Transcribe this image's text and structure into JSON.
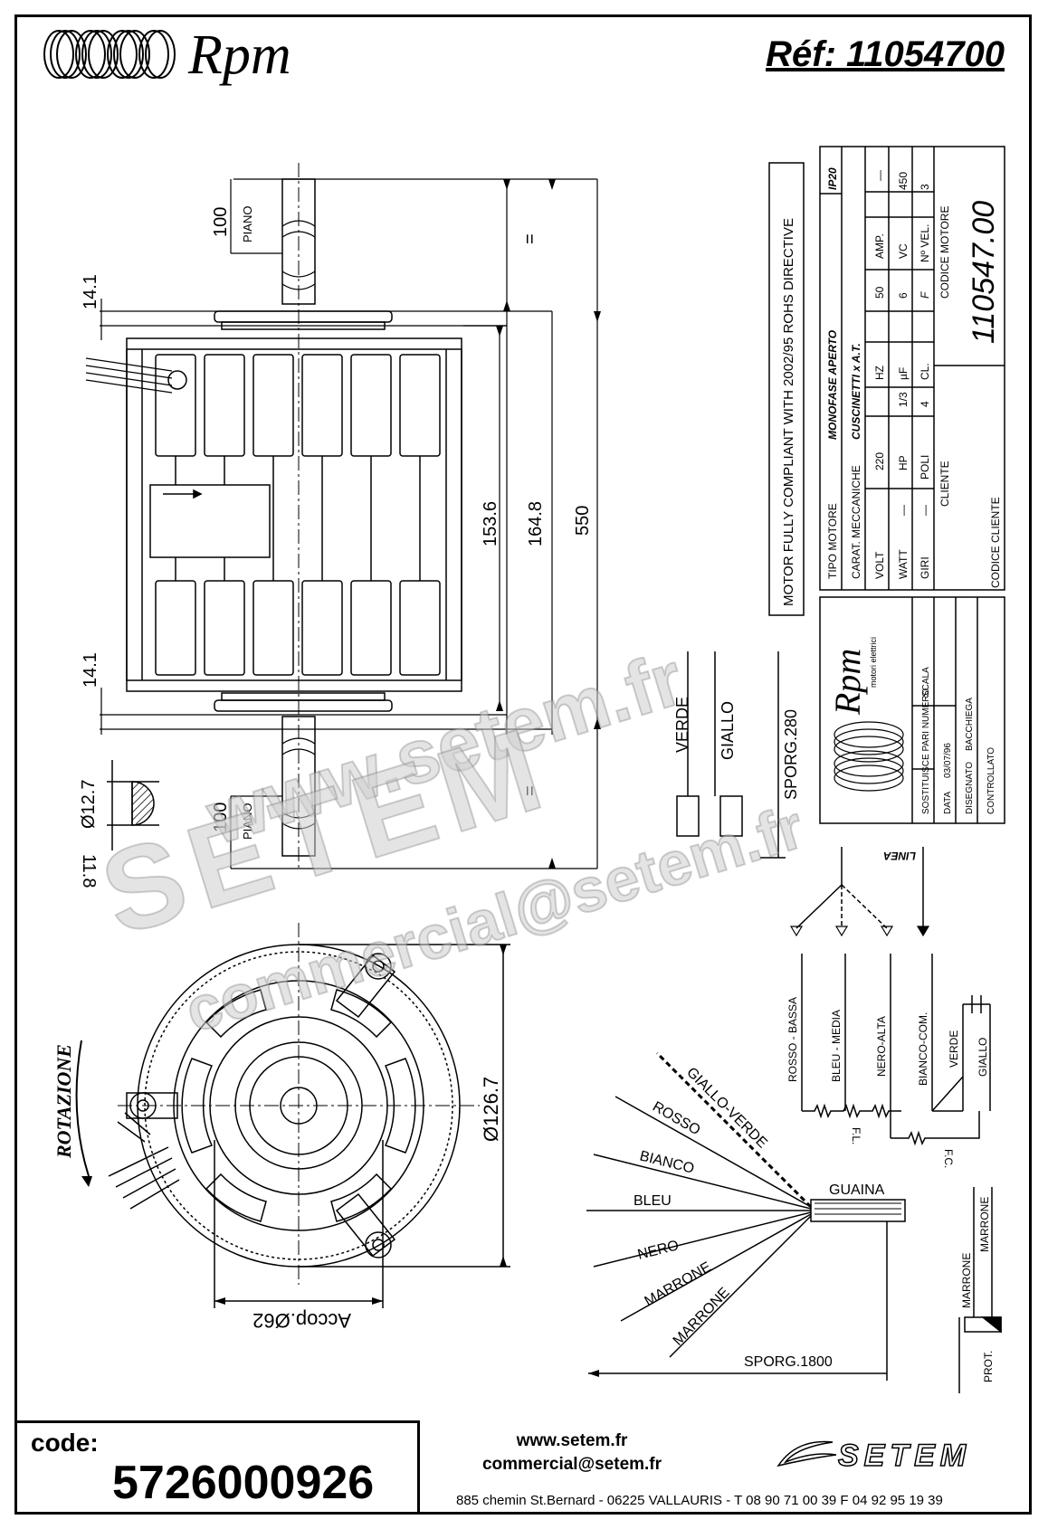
{
  "header": {
    "brand": "Rpm",
    "ref": "Réf: 11054700"
  },
  "dimensions": {
    "d100_top": "100",
    "piano_top": "PIANO",
    "d14_1_top": "14.1",
    "d14_1_bottom": "14.1",
    "d153_6": "153.6",
    "d164_8": "164.8",
    "d550": "550",
    "eq_top": "=",
    "eq_bottom": "=",
    "d12_7": "Ø12.7",
    "d11_8": "11.8",
    "d100_bottom": "100",
    "piano_bottom": "PIANO",
    "d126_7": "Ø126.7",
    "accop": "Accop.Ø62",
    "rotazione": "ROTAZIONE"
  },
  "capacitor_leads": {
    "verde": "VERDE",
    "giallo": "GIALLO",
    "sporg": "SPORG.280"
  },
  "compliance": "MOTOR FULLY COMPLIANT WITH 2002/95 ROHS DIRECTIVE",
  "spec_table": {
    "ip": "IP20",
    "tipo_label": "TIPO MOTORE",
    "tipo_value": "MONOFASE APERTO",
    "carat_label": "CARAT. MECCANICHE",
    "carat_value": "CUSCINETTI x A.T.",
    "volt_label": "VOLT",
    "volt_value": "220",
    "hz_label": "HZ",
    "hz_value": "50",
    "amp_label": "AMP.",
    "amp_value": "—",
    "watt_label": "WATT",
    "watt_value": "—",
    "hp_label": "HP",
    "hp_value": "1/3",
    "uf_label": "µF",
    "uf_value": "6",
    "vc_label": "VC",
    "vc_value": "450",
    "giri_label": "GIRI",
    "giri_value": "—",
    "poli_label": "POLI",
    "poli_value": "4",
    "cl_label": "CL.",
    "cl_value": "F",
    "nvel_label": "Nº VEL.",
    "nvel_value": "3",
    "cliente_label": "CLIENTE",
    "codice_motore_label": "CODICE MOTORE",
    "codice_motore_value": "110547.00",
    "codice_cliente_label": "CODICE CLIENTE",
    "tb_brand": "Rpm",
    "tb_brand_sub": "motori elettrici",
    "sost_label": "SOSTITUISCE PARI NUMERO",
    "scala_label": "SCALA",
    "data_label": "DATA",
    "data_value": "03/07/96",
    "disegnato_label": "DISEGNATO",
    "disegnato_value": "BACCHIEGA",
    "controllato_label": "CONTROLLATO"
  },
  "wiring": {
    "linea": "LINEA",
    "rosso_bassa": "ROSSO - BASSA",
    "bleu_media": "BLEU - MEDIA",
    "nero_alta": "NERO-ALTA",
    "bianco_com": "BIANCO-COM.",
    "verde": "VERDE",
    "giallo": "GIALLO",
    "fl": "F.L.",
    "fc": "F.C."
  },
  "cable": {
    "giallo_verde": "GIALLO-VERDE",
    "rosso": "ROSSO",
    "bianco": "BIANCO",
    "bleu": "BLEU",
    "nero": "NERO",
    "marrone1": "MARRONE",
    "marrone2": "MARRONE",
    "guaina": "GUAINA",
    "sporg": "SPORG.1800"
  },
  "prot": {
    "prot_label": "PROT.",
    "marrone1": "MARRONE",
    "marrone2": "MARRONE"
  },
  "watermark": {
    "line1": "www.setem.fr",
    "line2": "SETEM",
    "line3": "commercial@setem.fr"
  },
  "footer": {
    "code_label": "code:",
    "code_value": "5726000926",
    "web": "www.setem.fr",
    "email": "commercial@setem.fr",
    "address": "885 chemin St.Bernard  -  06225 VALLAURIS  -  T 08 90 71 00 39   F 04 92 95 19 39",
    "logo": "SETEM"
  }
}
